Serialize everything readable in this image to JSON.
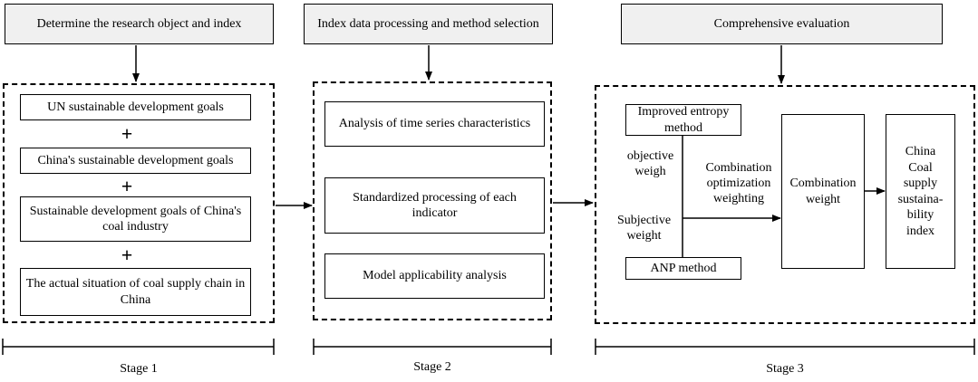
{
  "headers": {
    "stage1": "Determine the research object and index",
    "stage2": "Index data processing and method selection",
    "stage3": "Comprehensive evaluation"
  },
  "stage1": {
    "goal1": "UN sustainable development goals",
    "goal2": "China's sustainable development goals",
    "goal3": "Sustainable development goals of China's coal industry",
    "goal4": "The actual situation of coal supply chain in China",
    "plus": "+"
  },
  "stage2": {
    "step1": "Analysis of time series characteristics",
    "step2": "Standardized processing of each indicator",
    "step3": "Model applicability analysis"
  },
  "stage3": {
    "entropy": "Improved entropy method",
    "objective": "objective weigh",
    "subjective": "Subjective weight",
    "anp": "ANP method",
    "combination_opt": "Combination optimization weighting",
    "combination_weight": "Combination weight",
    "index": "China Coal supply sustaina-bility index"
  },
  "stages": {
    "s1": "Stage 1",
    "s2": "Stage 2",
    "s3": "Stage 3"
  }
}
